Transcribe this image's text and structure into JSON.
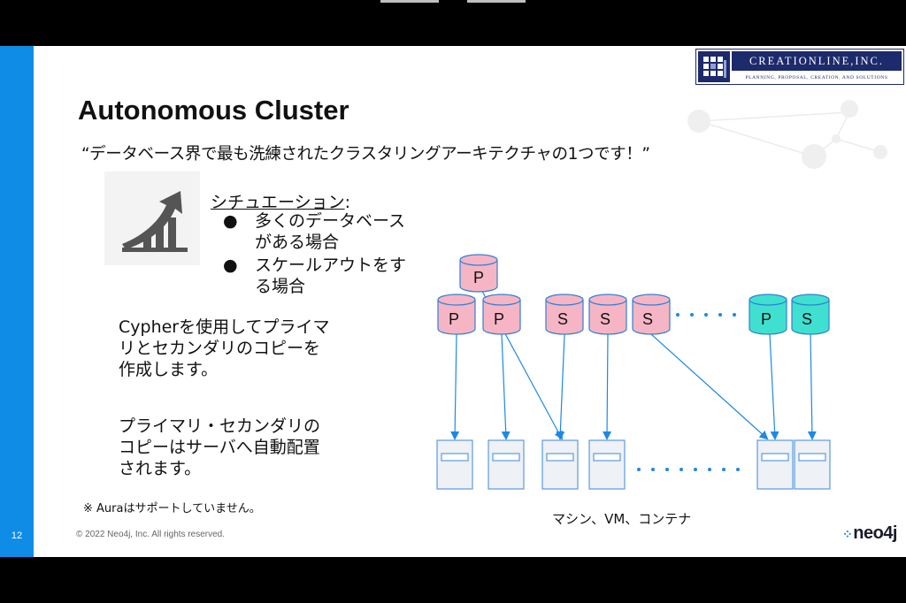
{
  "slide": {
    "page_number": "12",
    "title": "Autonomous Cluster",
    "subtitle": "“データベース界で最も洗練されたクラスタリングアーキテクチャの1つです！”",
    "situation_heading": "シチュエーション",
    "situation_colon": ":",
    "bullets": [
      {
        "line1": "多くのデータベース",
        "line2": "がある場合"
      },
      {
        "line1": "スケールアウトをす",
        "line2": "る場合"
      }
    ],
    "para1": [
      "Cypherを使用してプライマ",
      "リとセカンダリのコピーを",
      "作成します。"
    ],
    "para2": [
      "プライマリ・セカンダリの",
      "コピーはサーバへ自動配置",
      "されます。"
    ],
    "note": "※  Auraはサポートしていません。",
    "copyright": "© 2022 Neo4j, Inc. All rights reserved.",
    "brand": "neo4j"
  },
  "company_logo": {
    "name": "CREATIONLINE,INC.",
    "tagline": "PLANNING, PROPOSAL, CREATION, AND SOLUTIONS"
  },
  "diagram": {
    "db_labels": {
      "top": "P",
      "row": [
        "P",
        "P",
        "S",
        "S",
        "S",
        "P",
        "S"
      ]
    },
    "machine_label": "マシン、VM、コンテナ"
  },
  "colors": {
    "accent_bar": "#0f8ce6",
    "primary_db": "#f6b5c4",
    "secondary_db": "#f6b5c4",
    "highlight_db": "#3fe0cf",
    "arrow": "#1e88e5",
    "server": "#eef1f5",
    "logo_navy": "#1d2a6b"
  },
  "icons": [
    "growth-chart-icon",
    "database-cylinder-icon",
    "server-icon",
    "company-logo-icon",
    "neo4j-logo-icon"
  ]
}
